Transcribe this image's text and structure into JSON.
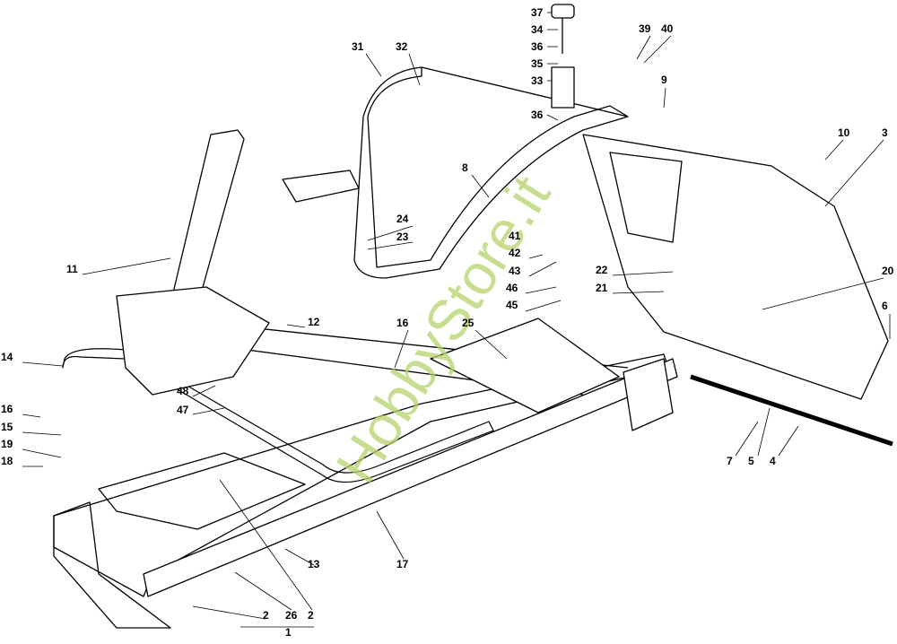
{
  "watermark": "HobbyStore.it",
  "callouts": [
    "37",
    "34",
    "36",
    "35",
    "33",
    "39",
    "40",
    "9",
    "31",
    "32",
    "36",
    "10",
    "3",
    "8",
    "24",
    "23",
    "11",
    "41",
    "42",
    "43",
    "46",
    "45",
    "22",
    "21",
    "20",
    "12",
    "16",
    "25",
    "48",
    "47",
    "14",
    "16",
    "15",
    "19",
    "18",
    "6",
    "7",
    "5",
    "4",
    "13",
    "17",
    "2",
    "26",
    "2",
    "1"
  ]
}
